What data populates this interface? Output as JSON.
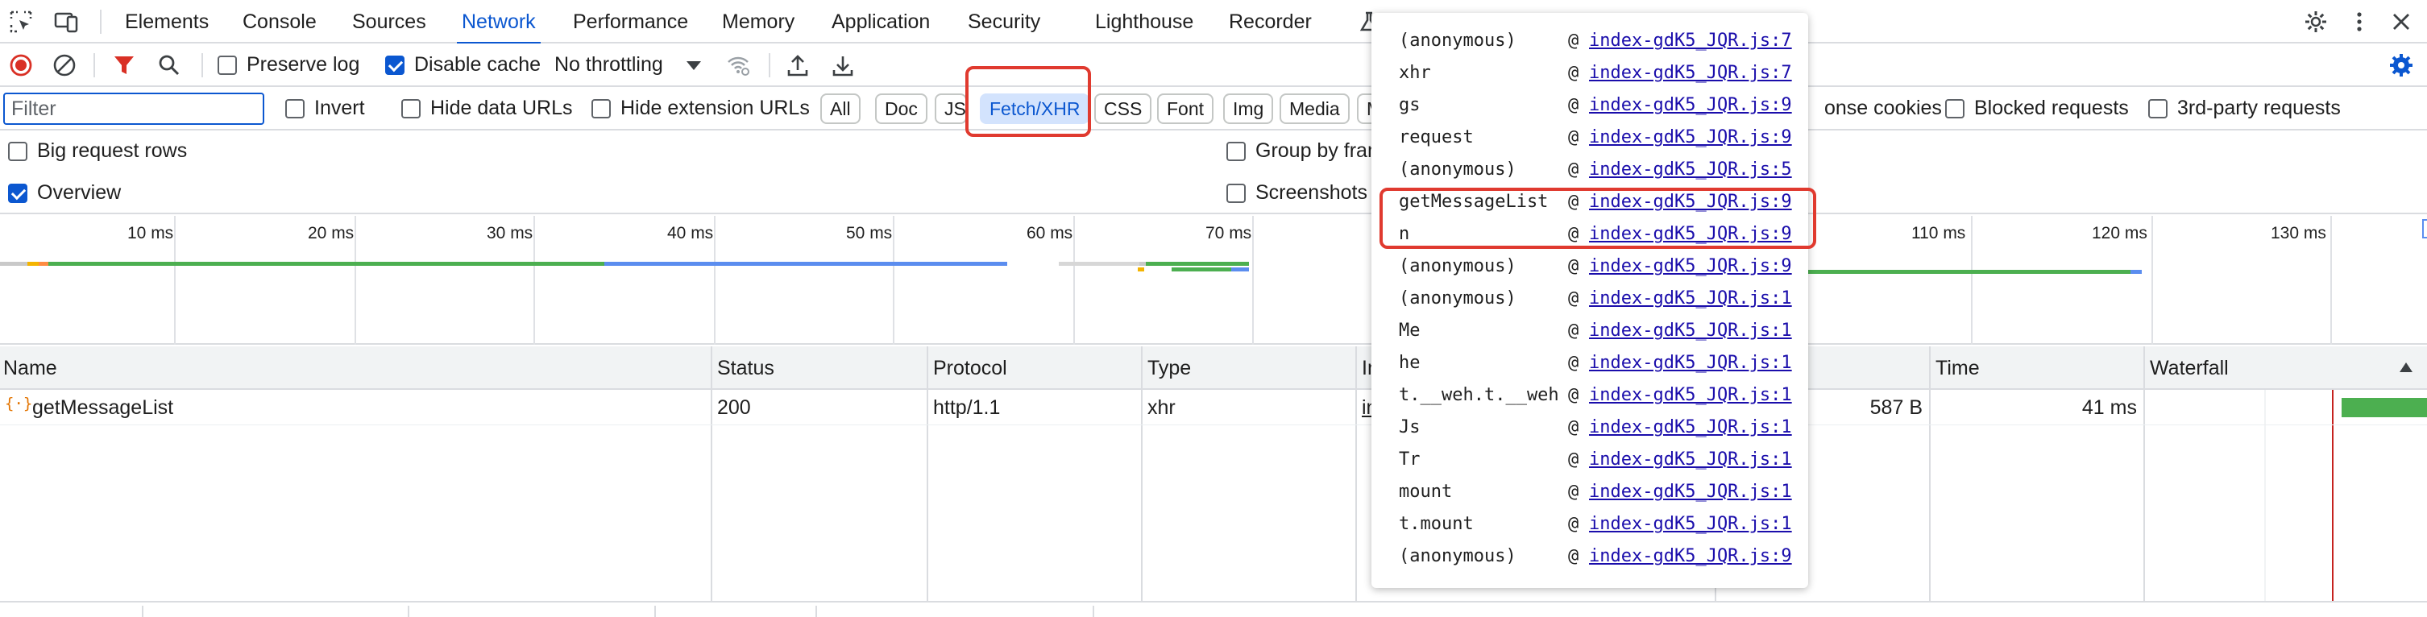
{
  "devtools": {
    "tabs": [
      {
        "label": "Elements"
      },
      {
        "label": "Console"
      },
      {
        "label": "Sources"
      },
      {
        "label": "Network"
      },
      {
        "label": "Performance"
      },
      {
        "label": "Memory"
      },
      {
        "label": "Application"
      },
      {
        "label": "Security"
      },
      {
        "label": "Lighthouse"
      },
      {
        "label": "Recorder"
      }
    ],
    "active_tab": "Network"
  },
  "toolbar": {
    "preserve_log": {
      "label": "Preserve log",
      "checked": false
    },
    "disable_cache": {
      "label": "Disable cache",
      "checked": true
    },
    "throttling": "No throttling"
  },
  "filter": {
    "placeholder": "Filter",
    "invert": {
      "label": "Invert",
      "checked": false
    },
    "hide_data_urls": {
      "label": "Hide data URLs",
      "checked": false
    },
    "hide_extension_urls": {
      "label": "Hide extension URLs",
      "checked": false
    },
    "types": [
      {
        "label": "All",
        "active": false
      },
      {
        "label": "Doc",
        "active": false
      },
      {
        "label": "JS",
        "active": false
      },
      {
        "label": "Fetch/XHR",
        "active": true
      },
      {
        "label": "CSS",
        "active": false
      },
      {
        "label": "Font",
        "active": false
      },
      {
        "label": "Img",
        "active": false
      },
      {
        "label": "Media",
        "active": false
      },
      {
        "label": "M",
        "active": false
      }
    ],
    "response_cookies_label": "onse cookies",
    "blocked_requests": {
      "label": "Blocked requests",
      "checked": false
    },
    "third_party": {
      "label": "3rd-party requests",
      "checked": false
    }
  },
  "options": {
    "big_request_rows": {
      "label": "Big request rows",
      "checked": false
    },
    "group_by_frame": {
      "label": "Group by fram",
      "checked": false
    },
    "overview": {
      "label": "Overview",
      "checked": true
    },
    "screenshots": {
      "label": "Screenshots",
      "checked": false
    }
  },
  "overview": {
    "ticks": [
      "10 ms",
      "20 ms",
      "30 ms",
      "40 ms",
      "50 ms",
      "60 ms",
      "70 ms",
      "110 ms",
      "120 ms",
      "130 ms"
    ]
  },
  "table": {
    "columns": [
      "Name",
      "Status",
      "Protocol",
      "Type",
      "In",
      "Time",
      "Waterfall"
    ],
    "rows": [
      {
        "name": "getMessageList",
        "status": "200",
        "protocol": "http/1.1",
        "type": "xhr",
        "initiator": "in",
        "size": "587 B",
        "time": "41 ms"
      }
    ]
  },
  "initiator_stack": [
    {
      "fn": "(anonymous)",
      "source": "index-gdK5_JQR.js:7"
    },
    {
      "fn": "xhr",
      "source": "index-gdK5_JQR.js:7"
    },
    {
      "fn": "gs",
      "source": "index-gdK5_JQR.js:9"
    },
    {
      "fn": "request",
      "source": "index-gdK5_JQR.js:9"
    },
    {
      "fn": "(anonymous)",
      "source": "index-gdK5_JQR.js:5"
    },
    {
      "fn": "getMessageList",
      "source": "index-gdK5_JQR.js:9"
    },
    {
      "fn": "n",
      "source": "index-gdK5_JQR.js:9"
    },
    {
      "fn": "(anonymous)",
      "source": "index-gdK5_JQR.js:9"
    },
    {
      "fn": "(anonymous)",
      "source": "index-gdK5_JQR.js:1"
    },
    {
      "fn": "Me",
      "source": "index-gdK5_JQR.js:1"
    },
    {
      "fn": "he",
      "source": "index-gdK5_JQR.js:1"
    },
    {
      "fn": "t.__weh.t.__weh",
      "source": "index-gdK5_JQR.js:1"
    },
    {
      "fn": "Js",
      "source": "index-gdK5_JQR.js:1"
    },
    {
      "fn": "Tr",
      "source": "index-gdK5_JQR.js:1"
    },
    {
      "fn": "mount",
      "source": "index-gdK5_JQR.js:1"
    },
    {
      "fn": "t.mount",
      "source": "index-gdK5_JQR.js:1"
    },
    {
      "fn": "(anonymous)",
      "source": "index-gdK5_JQR.js:9"
    }
  ],
  "at_symbol": "@",
  "colors": {
    "accent": "#0b57d0",
    "highlight": "#e03a2f",
    "record": "#d93025",
    "link": "#1a0dab",
    "waterfall_green": "#4caf50",
    "waterfall_blue": "#5b8def",
    "waterfall_red_line": "#c5221f"
  },
  "icons": [
    "inspect-element-icon",
    "device-toolbar-icon",
    "flask-icon",
    "settings-gear-icon",
    "more-vert-icon",
    "close-icon",
    "record-stop-icon",
    "clear-icon",
    "filter-icon",
    "search-icon",
    "network-conditions-icon",
    "import-har-icon",
    "export-har-icon",
    "network-settings-icon",
    "request-type-xhr-icon",
    "sort-ascending-icon"
  ]
}
